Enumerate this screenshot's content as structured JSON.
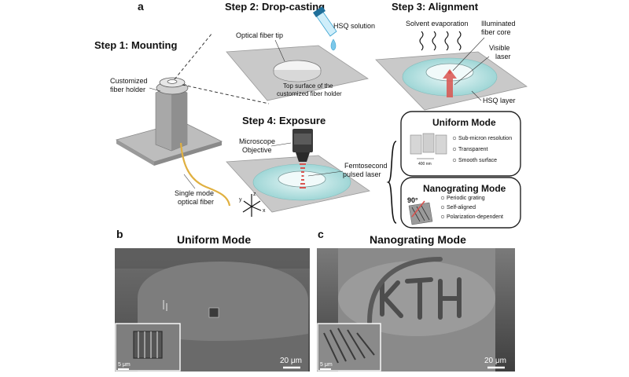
{
  "panels": {
    "a": "a",
    "b": "b",
    "c": "c"
  },
  "steps": {
    "step1": {
      "title": "Step 1: Mounting",
      "holder": [
        "Customized",
        "fiber holder"
      ],
      "fiber": [
        "Single mode",
        "optical fiber"
      ]
    },
    "step2": {
      "title": "Step 2: Drop-casting",
      "tip": "Optical fiber tip",
      "solution": "HSQ solution",
      "surface": [
        "Top surface of the",
        "customized fiber holder"
      ]
    },
    "step3": {
      "title": "Step 3: Alignment",
      "evap": "Solvent evaporation",
      "core": [
        "Illuminated",
        "fiber core"
      ],
      "laser": [
        "Visible",
        "laser"
      ],
      "layer": "HSQ layer"
    },
    "step4": {
      "title": "Step 4: Exposure",
      "objective": [
        "Microscope",
        "Objective"
      ],
      "laser": [
        "Femtosecond",
        "pulsed laser"
      ],
      "axes": {
        "z": "z",
        "y": "y",
        "x": "x"
      }
    }
  },
  "modes": {
    "uniform": {
      "title": "Uniform Mode",
      "items": [
        "Sub-micron resolution",
        "Transparent",
        "Smooth surface"
      ],
      "scale": "400 nm"
    },
    "nanograting": {
      "title": "Nanograting Mode",
      "angle": "90°",
      "items": [
        "Periodic grating",
        "Self-aligned",
        "Polarization-dependent"
      ]
    }
  },
  "sem": {
    "b": {
      "title": "Uniform Mode",
      "scale_main": "20 μm",
      "scale_inset": "5 μm"
    },
    "c": {
      "title": "Nanograting Mode",
      "scale_main": "20 μm",
      "scale_inset": "5 μm"
    }
  },
  "colors": {
    "hsq": "#bfe6e6",
    "laser": "#d9534f",
    "fiber": "#e0b040",
    "plate": "#c9c9c9"
  }
}
